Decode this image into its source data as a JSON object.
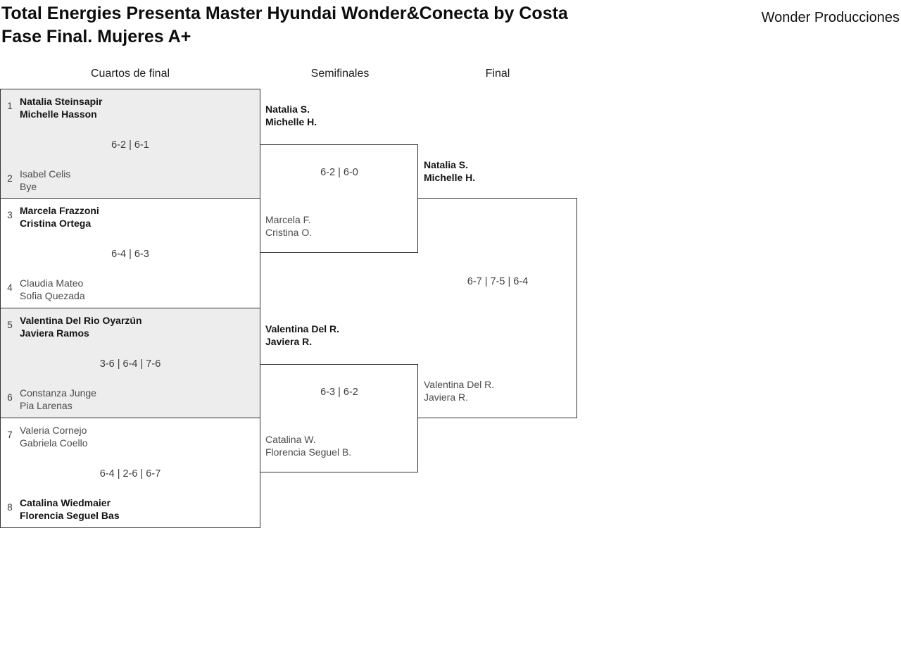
{
  "header": {
    "title_line1": "Total Energies Presenta Master Hyundai Wonder&Conecta by Costa",
    "title_line2": "Fase Final. Mujeres A+",
    "brand": "Wonder Producciones"
  },
  "rounds": {
    "quarterfinals_label": "Cuartos de final",
    "semifinals_label": "Semifinales",
    "final_label": "Final"
  },
  "bracket": {
    "quarterfinals": [
      {
        "seed_top": "1",
        "team_top": [
          "Natalia Steinsapir",
          "Michelle Hasson"
        ],
        "top_winner": true,
        "score": "6-2 | 6-1",
        "seed_bottom": "2",
        "team_bottom": [
          "Isabel Celis",
          "Bye"
        ],
        "bottom_winner": false
      },
      {
        "seed_top": "3",
        "team_top": [
          "Marcela Frazzoni",
          "Cristina Ortega"
        ],
        "top_winner": true,
        "score": "6-4 | 6-3",
        "seed_bottom": "4",
        "team_bottom": [
          "Claudia Mateo",
          "Sofia Quezada"
        ],
        "bottom_winner": false
      },
      {
        "seed_top": "5",
        "team_top": [
          "Valentina Del Rio Oyarzún",
          "Javiera Ramos"
        ],
        "top_winner": true,
        "score": "3-6 | 6-4 | 7-6",
        "seed_bottom": "6",
        "team_bottom": [
          "Constanza Junge",
          "Pia Larenas"
        ],
        "bottom_winner": false
      },
      {
        "seed_top": "7",
        "team_top": [
          "Valeria Cornejo",
          "Gabriela Coello"
        ],
        "top_winner": false,
        "score": "6-4 | 2-6 | 6-7",
        "seed_bottom": "8",
        "team_bottom": [
          "Catalina Wiedmaier",
          "Florencia Seguel Bas"
        ],
        "bottom_winner": true
      }
    ],
    "semifinals": [
      {
        "team_top": [
          "Natalia S.",
          "Michelle H."
        ],
        "top_winner": true,
        "score": "6-2 | 6-0",
        "team_bottom": [
          "Marcela F.",
          "Cristina O."
        ],
        "bottom_winner": false
      },
      {
        "team_top": [
          "Valentina Del R.",
          "Javiera R."
        ],
        "top_winner": true,
        "score": "6-3 | 6-2",
        "team_bottom": [
          "Catalina W.",
          "Florencia Seguel B."
        ],
        "bottom_winner": false
      }
    ],
    "final": {
      "team_top": [
        "Natalia S.",
        "Michelle H."
      ],
      "top_winner": true,
      "score": "6-7 | 7-5 | 6-4",
      "team_bottom": [
        "Valentina Del R.",
        "Javiera R."
      ],
      "bottom_winner": false
    }
  },
  "colors": {
    "block_alt_bg": "#ededed",
    "border": "#333333",
    "winner_text": "#141414",
    "loser_text": "#4b4b4b",
    "score_text": "#3d3d3d"
  }
}
